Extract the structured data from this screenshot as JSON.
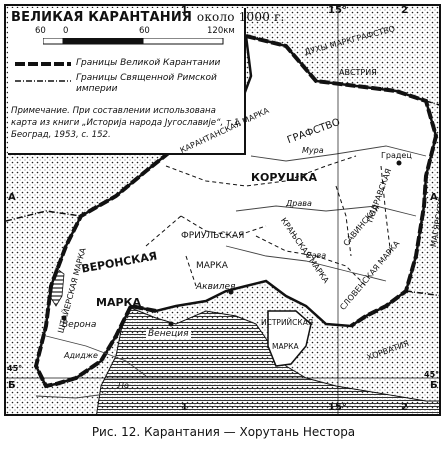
{
  "title": {
    "main": "ВЕЛИКАЯ КАРАНТАНИЯ",
    "sub": "около 1000 г."
  },
  "scale": {
    "ticks": [
      "60",
      "0",
      "60",
      "120км"
    ]
  },
  "legend": [
    {
      "label_line1": "Границы Великой Карантании",
      "label_line2": ""
    },
    {
      "label_line1": "Границы Священной Римской",
      "label_line2": "империи"
    }
  ],
  "note": "Примечание. При составлении использована карта из книги „Историја народа Југославије“, т.1, Београд, 1953, с. 152.",
  "grid": {
    "top": [
      "1",
      "15°",
      "2"
    ],
    "bottom": [
      "1",
      "15°",
      "2"
    ],
    "left": [
      "А",
      "45°",
      "Б"
    ],
    "right": [
      "А",
      "45°",
      "Б"
    ]
  },
  "regions": {
    "bavaria": "ДУХЫ МАРКГРАФСТВО",
    "austria": "АВСТРИЯ",
    "grafstvo": "ГРАФСТВО",
    "korushka": "КОРУШКА",
    "graden": "Градец",
    "podravska": "ПОДРАВСКАЯ",
    "marka_korushka": "КАРАНТАНСКАЯ МАРКА",
    "veronska": "ВЕРОНСКАЯ",
    "marka": "МАРКА",
    "furlanska": "ФРИУЛЬСКАЯ",
    "marka_furl": "МАРКА",
    "akvileja": "Аквилея",
    "istria": "ИСТРИЙСКАЯ",
    "istria_marka": "МАРКА",
    "venecija": "Венеция",
    "verona": "Верона",
    "kranjska": "КРАЊСКАЯ МАРКА",
    "slovenska": "СЛОВЕНСКАЯ МАРКА",
    "savinska": "САВИНСКАЯ",
    "hungary": "МАГЯРСКОЕ КОРОЛЕВСТВО",
    "croatia": "ХОРВАТИЯ",
    "stajerska": "ШТАЙЕРСКАЯ МАРКА",
    "rivers": {
      "mur": "Мура",
      "drava": "Драва",
      "sava": "Сава",
      "po": "По",
      "adige": "Адидже"
    }
  },
  "caption": "Рис. 12. Карантания — Хорутань Нестора"
}
